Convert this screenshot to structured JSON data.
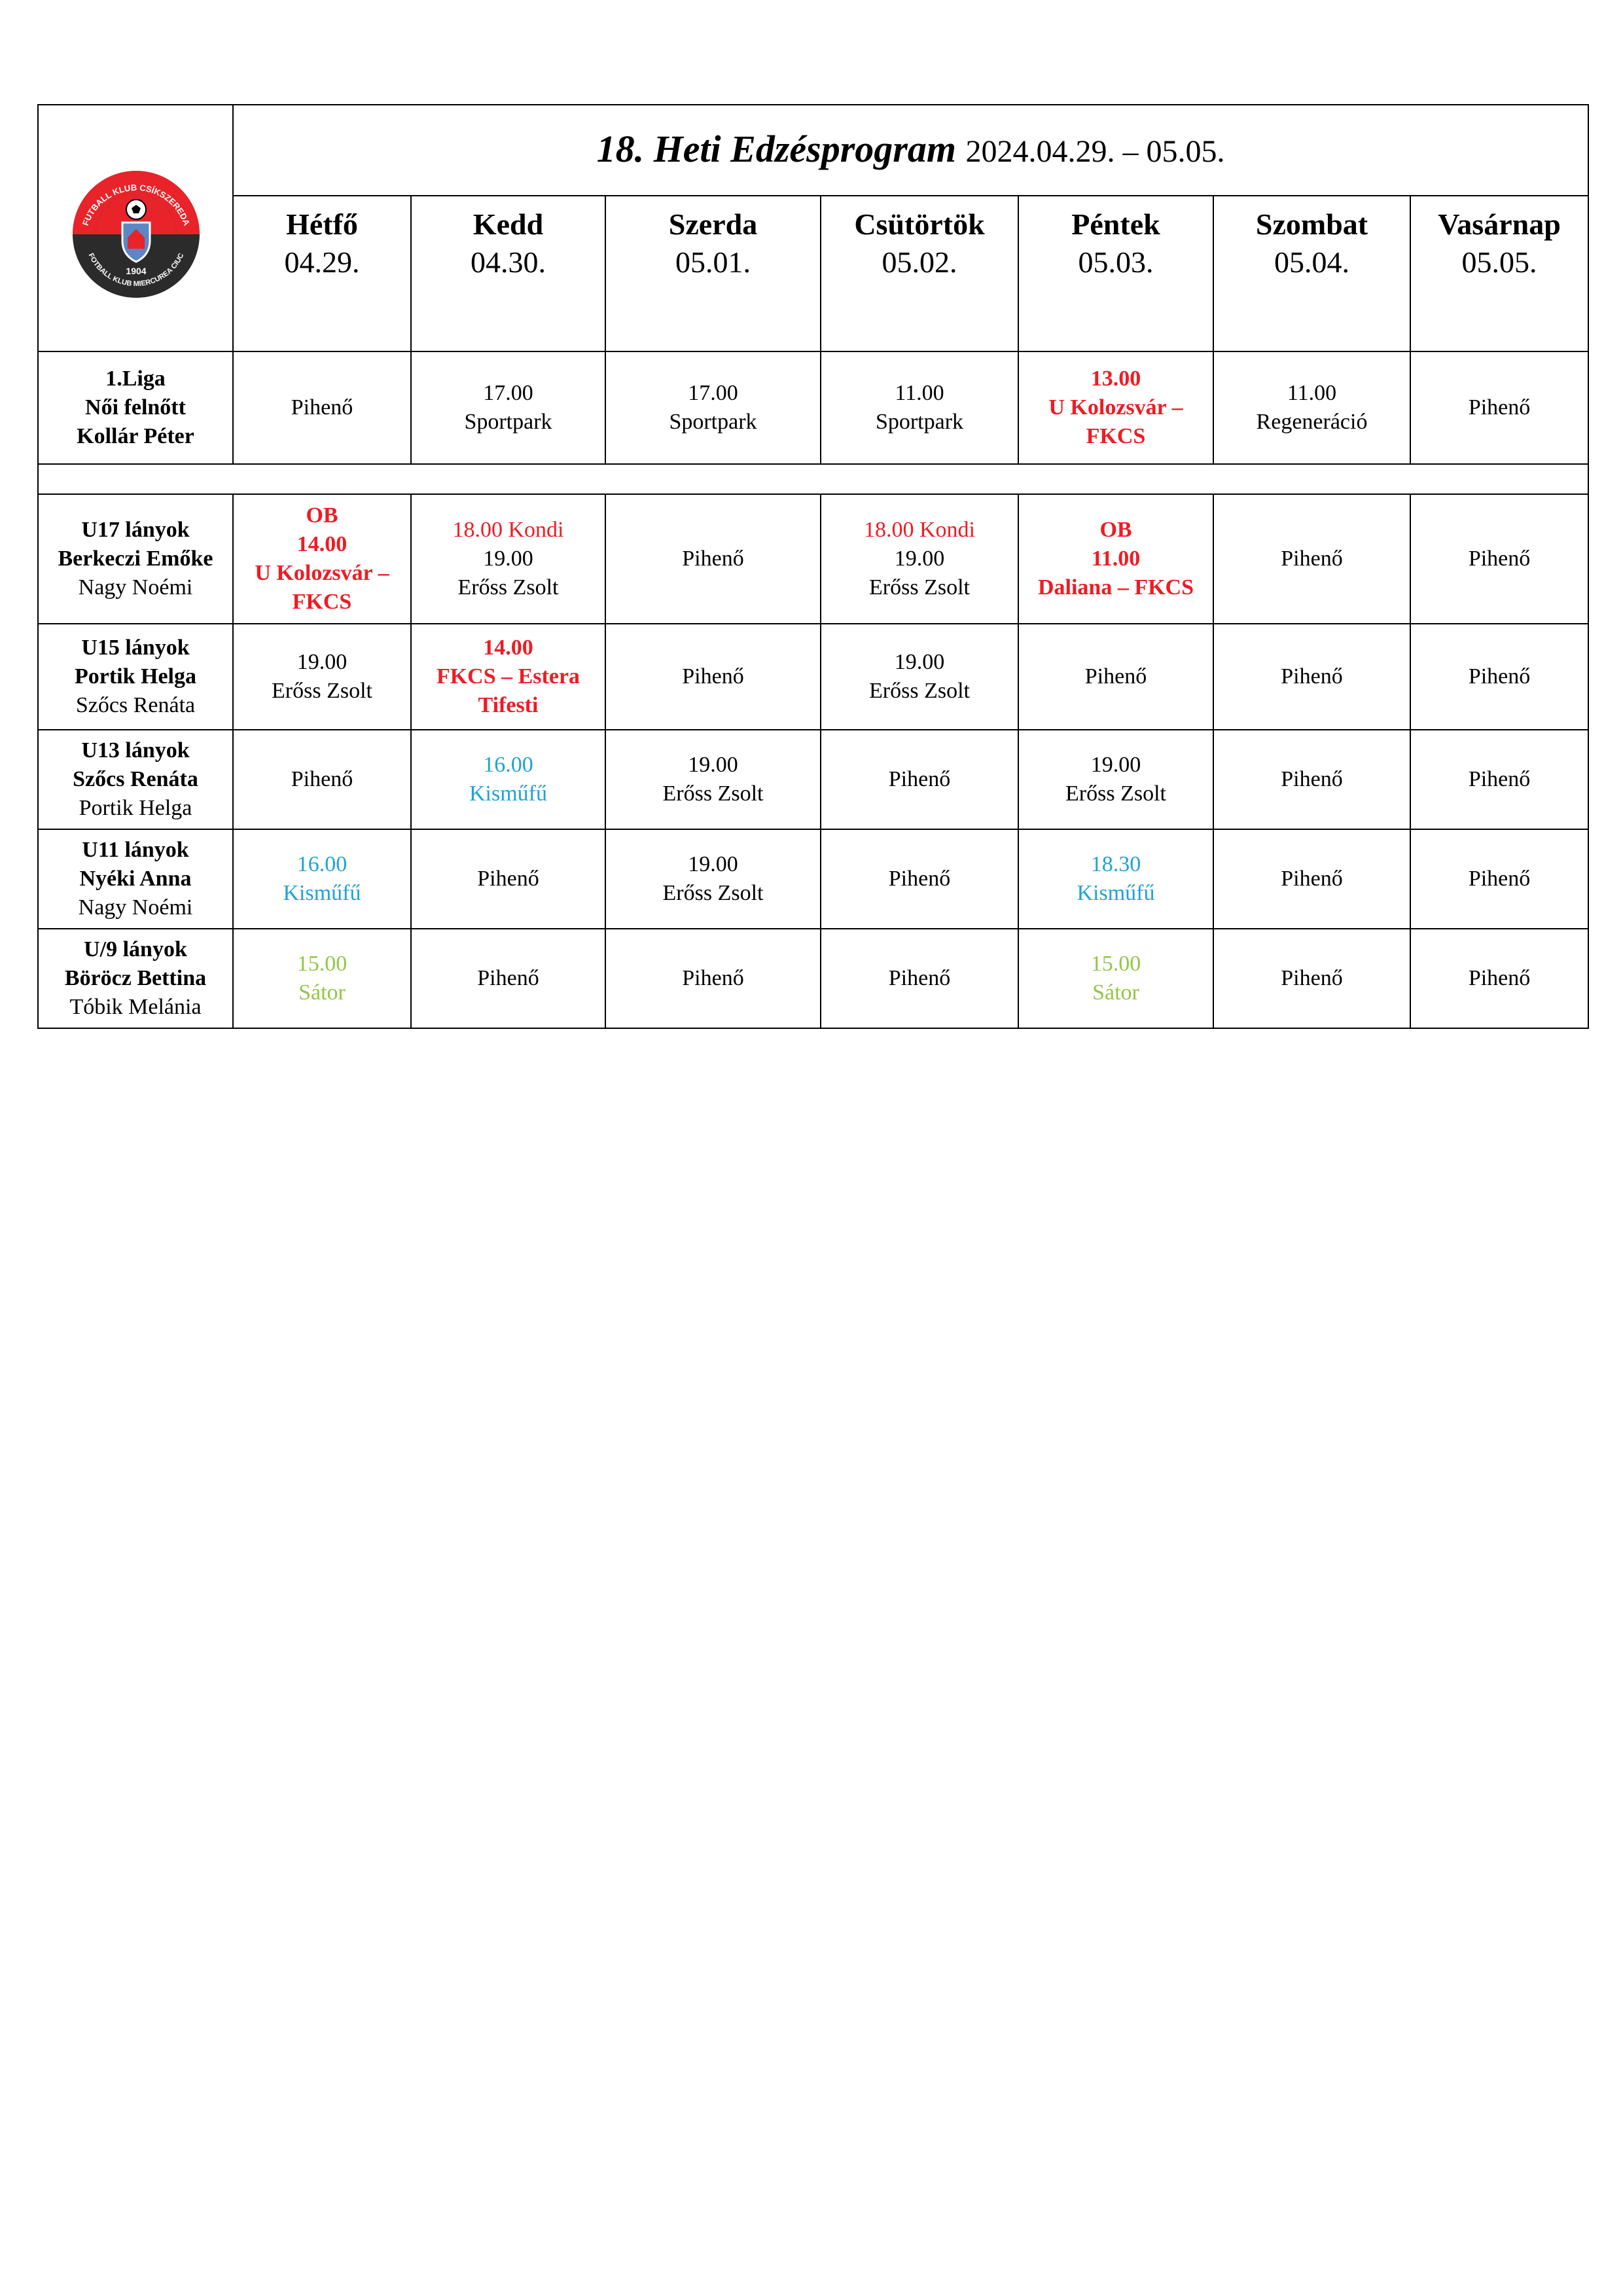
{
  "logo": {
    "text_top": "FUTBALL KLUB CSÍKSZEREDA",
    "text_bottom": "FOTBALL KLUB MIERCUREA CIUC",
    "year": "1904",
    "colors": {
      "red": "#e8232a",
      "dark": "#2b2b2b"
    }
  },
  "title": {
    "main": "18. Heti Edzésprogram",
    "range": "2024.04.29. – 05.05."
  },
  "days": [
    {
      "name": "Hétfő",
      "date": "04.29."
    },
    {
      "name": "Kedd",
      "date": "04.30."
    },
    {
      "name": "Szerda",
      "date": "05.01."
    },
    {
      "name": "Csütörtök",
      "date": "05.02."
    },
    {
      "name": "Péntek",
      "date": "05.03."
    },
    {
      "name": "Szombat",
      "date": "05.04."
    },
    {
      "name": "Vasárnap",
      "date": "05.05."
    }
  ],
  "colors": {
    "match": "#ee1c24",
    "kismufu": "#1ea2d8",
    "sator": "#92c745"
  },
  "rows": [
    {
      "team": [
        "1.Liga",
        "Női felnőtt",
        "Kollár Péter"
      ],
      "cells": [
        [
          {
            "t": "Pihenő"
          }
        ],
        [
          {
            "t": "17.00"
          },
          {
            "t": "Sportpark"
          }
        ],
        [
          {
            "t": "17.00"
          },
          {
            "t": "Sportpark"
          }
        ],
        [
          {
            "t": "11.00"
          },
          {
            "t": "Sportpark"
          }
        ],
        [
          {
            "t": "13.00",
            "c": "red",
            "b": true
          },
          {
            "t": "U Kolozsvár –",
            "c": "red",
            "b": true
          },
          {
            "t": "FKCS",
            "c": "red",
            "b": true
          }
        ],
        [
          {
            "t": "11.00"
          },
          {
            "t": "Regeneráció"
          }
        ],
        [
          {
            "t": "Pihenő"
          }
        ]
      ]
    },
    {
      "team": [
        "U17 lányok",
        "Berkeczi Emőke",
        "Nagy Noémi"
      ],
      "cells": [
        [
          {
            "t": "OB",
            "c": "red",
            "b": true
          },
          {
            "t": "14.00",
            "c": "red",
            "b": true
          },
          {
            "t": "U Kolozsvár –",
            "c": "red",
            "b": true
          },
          {
            "t": "FKCS",
            "c": "red",
            "b": true
          }
        ],
        [
          {
            "t": "18.00 Kondi",
            "c": "red"
          },
          {
            "t": "19.00"
          },
          {
            "t": "Erőss Zsolt"
          }
        ],
        [
          {
            "t": "Pihenő"
          }
        ],
        [
          {
            "t": "18.00 Kondi",
            "c": "red"
          },
          {
            "t": "19.00"
          },
          {
            "t": "Erőss Zsolt"
          }
        ],
        [
          {
            "t": "OB",
            "c": "red",
            "b": true
          },
          {
            "t": "11.00",
            "c": "red",
            "b": true
          },
          {
            "t": "Daliana – FKCS",
            "c": "red",
            "b": true
          }
        ],
        [
          {
            "t": "Pihenő"
          }
        ],
        [
          {
            "t": "Pihenő"
          }
        ]
      ]
    },
    {
      "team": [
        "U15 lányok",
        "Portik Helga",
        "Szőcs Renáta"
      ],
      "cells": [
        [
          {
            "t": "19.00"
          },
          {
            "t": "Erőss Zsolt"
          }
        ],
        [
          {
            "t": "14.00",
            "c": "red",
            "b": true
          },
          {
            "t": "FKCS – Estera",
            "c": "red",
            "b": true
          },
          {
            "t": "Tifesti",
            "c": "red",
            "b": true
          }
        ],
        [
          {
            "t": "Pihenő"
          }
        ],
        [
          {
            "t": "19.00"
          },
          {
            "t": "Erőss Zsolt"
          }
        ],
        [
          {
            "t": "Pihenő"
          }
        ],
        [
          {
            "t": "Pihenő"
          }
        ],
        [
          {
            "t": "Pihenő"
          }
        ]
      ]
    },
    {
      "team": [
        "U13 lányok",
        "Szőcs Renáta",
        "Portik Helga"
      ],
      "cells": [
        [
          {
            "t": "Pihenő"
          }
        ],
        [
          {
            "t": "16.00",
            "c": "blue"
          },
          {
            "t": "Kisműfű",
            "c": "blue"
          }
        ],
        [
          {
            "t": "19.00"
          },
          {
            "t": "Erőss Zsolt"
          }
        ],
        [
          {
            "t": "Pihenő"
          }
        ],
        [
          {
            "t": "19.00"
          },
          {
            "t": "Erőss Zsolt"
          }
        ],
        [
          {
            "t": "Pihenő"
          }
        ],
        [
          {
            "t": "Pihenő"
          }
        ]
      ]
    },
    {
      "team": [
        "U11 lányok",
        "Nyéki Anna",
        "Nagy Noémi"
      ],
      "cells": [
        [
          {
            "t": "16.00",
            "c": "blue"
          },
          {
            "t": "Kisműfű",
            "c": "blue"
          }
        ],
        [
          {
            "t": "Pihenő"
          }
        ],
        [
          {
            "t": "19.00"
          },
          {
            "t": "Erőss Zsolt"
          }
        ],
        [
          {
            "t": "Pihenő"
          }
        ],
        [
          {
            "t": "18.30",
            "c": "blue"
          },
          {
            "t": "Kisműfű",
            "c": "blue"
          }
        ],
        [
          {
            "t": "Pihenő"
          }
        ],
        [
          {
            "t": "Pihenő"
          }
        ]
      ]
    },
    {
      "team": [
        "U/9 lányok",
        "Böröcz Bettina",
        "Tóbik Melánia"
      ],
      "cells": [
        [
          {
            "t": "15.00",
            "c": "green"
          },
          {
            "t": "Sátor",
            "c": "green"
          }
        ],
        [
          {
            "t": "Pihenő"
          }
        ],
        [
          {
            "t": "Pihenő"
          }
        ],
        [
          {
            "t": "Pihenő"
          }
        ],
        [
          {
            "t": "15.00",
            "c": "green"
          },
          {
            "t": "Sátor",
            "c": "green"
          }
        ],
        [
          {
            "t": "Pihenő"
          }
        ],
        [
          {
            "t": "Pihenő"
          }
        ]
      ]
    }
  ]
}
